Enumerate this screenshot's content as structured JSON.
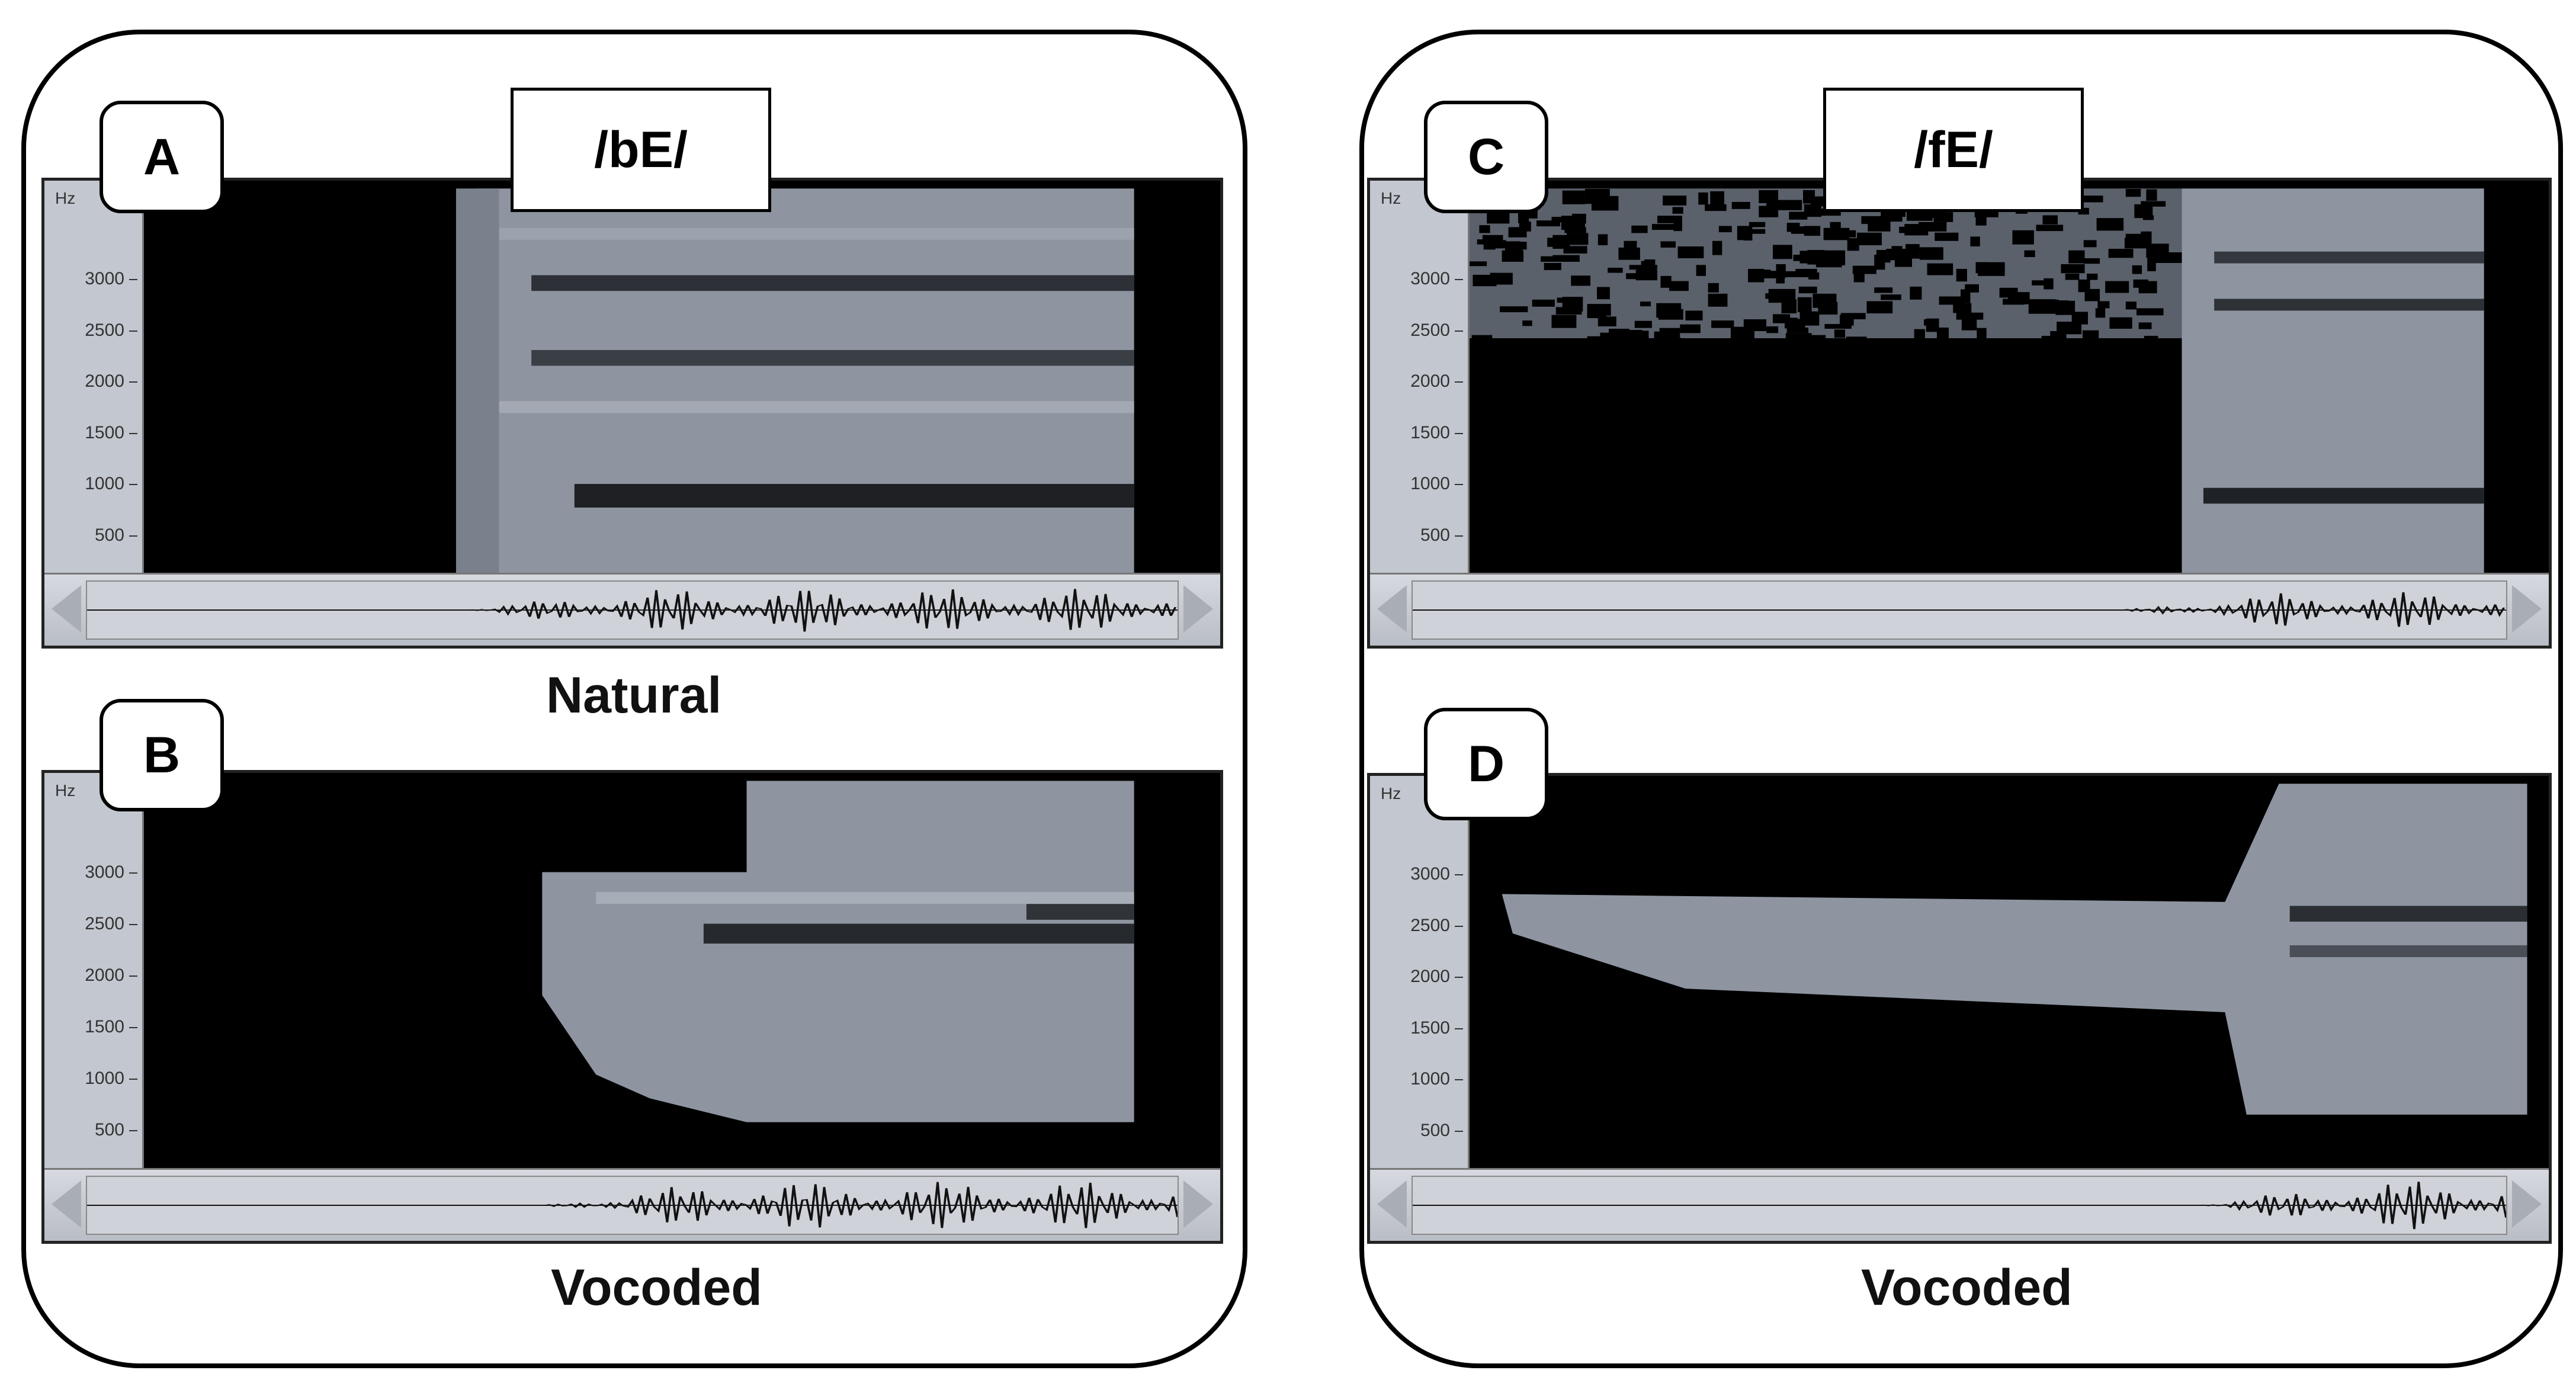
{
  "groups": [
    {
      "phoneme": "/bE/",
      "panels": [
        {
          "letter": "A"
        },
        {
          "letter": "B"
        }
      ],
      "captions": [
        "Natural",
        "Vocoded"
      ]
    },
    {
      "phoneme": "/fE/",
      "panels": [
        {
          "letter": "C"
        },
        {
          "letter": "D"
        }
      ],
      "captions": [
        "Vocoded"
      ]
    }
  ],
  "axis": {
    "unit": "Hz",
    "ticks": [
      "3000",
      "2500",
      "2000",
      "1500",
      "1000",
      "500"
    ]
  },
  "colors": {
    "spectrogram_background": "#000000",
    "spectrogram_energy": "#a9b0bc",
    "chrome": "#c8ccd4"
  }
}
